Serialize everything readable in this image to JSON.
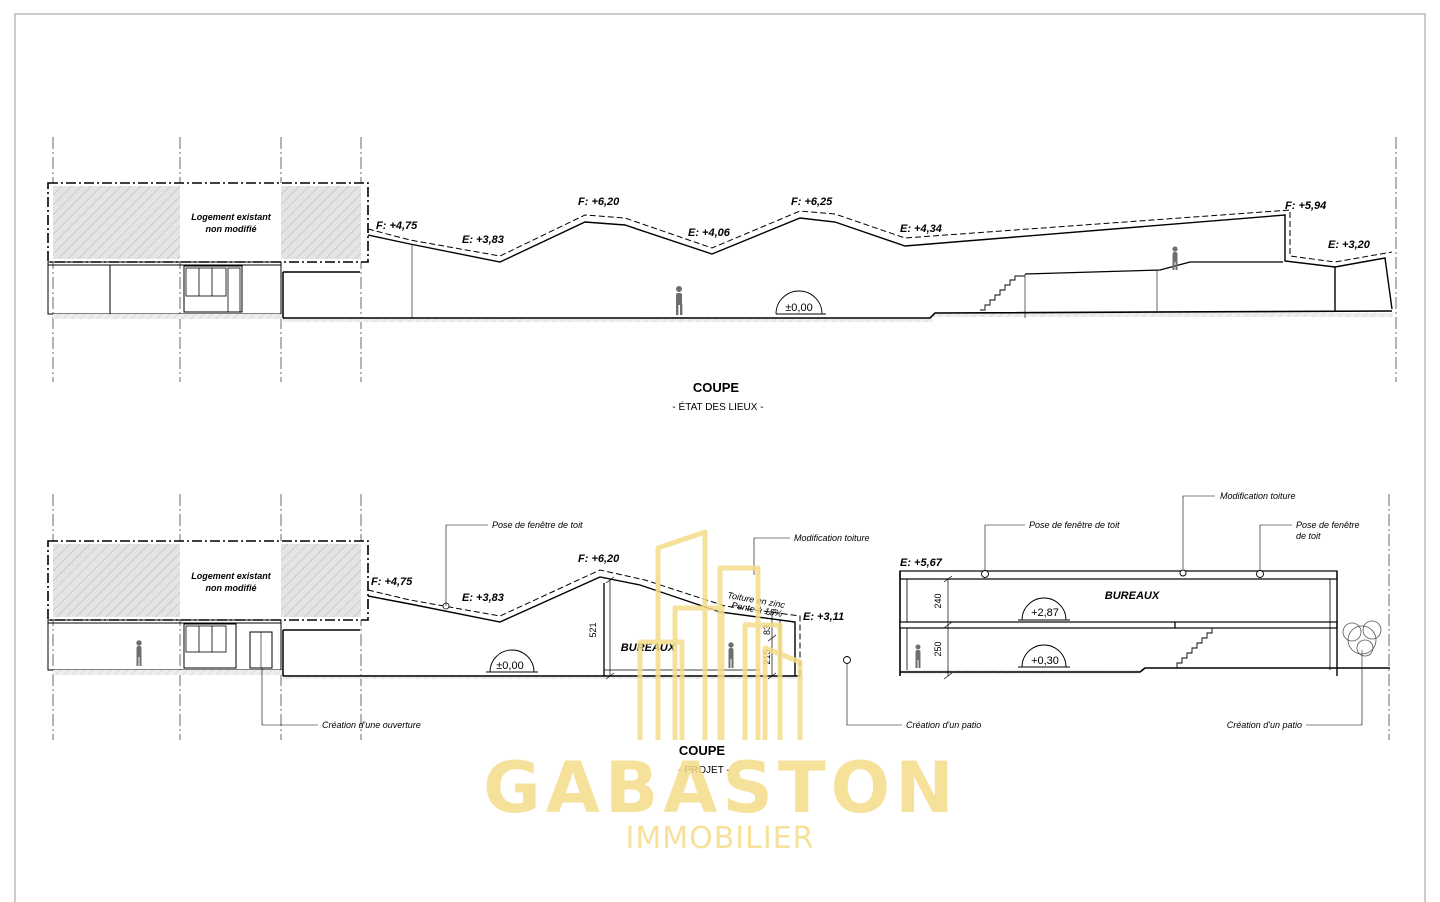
{
  "top_section": {
    "building_label_line1": "Logement existant",
    "building_label_line2": "non modifié",
    "elevations": {
      "f_left": "F: +4,75",
      "e_1": "E: +3,83",
      "f_peak1": "F: +6,20",
      "e_2": "E: +4,06",
      "f_peak2": "F: +6,25",
      "e_3": "E: +4,34",
      "f_right": "F: +5,94",
      "e_right": "E: +3,20"
    },
    "floor_level": "±0,00",
    "title": "COUPE",
    "subtitle": "- ÉTAT DES LIEUX -"
  },
  "bottom_section": {
    "building_label_line1": "Logement existant",
    "building_label_line2": "non modifié",
    "elevations": {
      "f_left": "F: +4,75",
      "e_1": "E: +3,83",
      "f_peak": "F: +6,20",
      "e_311": "E: +3,11",
      "e_567": "E: +5,67"
    },
    "floor_level": "±0,00",
    "level_287": "+2,87",
    "level_030": "+0,30",
    "annotations": {
      "skylight_1": "Pose de fenêtre de toit",
      "roof_mod_1": "Modification toiture",
      "skylight_2": "Pose de fenêtre de toit",
      "roof_mod_2": "Modification toiture",
      "skylight_3_line1": "Pose de fenêtre",
      "skylight_3_line2": "de toit",
      "roof_note_line1": "Toiture en zinc",
      "roof_note_line2": "Pente à 15%",
      "opening": "Création d'une ouverture",
      "patio_1": "Création d'un patio",
      "patio_2": "Création d'un patio"
    },
    "room_bureaux_1": "BUREAUX",
    "room_bureaux_2": "BUREAUX",
    "dims": {
      "d521": "521",
      "d83": "83",
      "d215": "215",
      "d240": "240",
      "d250": "250"
    },
    "title": "COUPE",
    "subtitle": "- PROJET -"
  },
  "watermark": {
    "brand": "GABASTON",
    "tagline": "IMMOBILIER",
    "color": "#f5dc8a"
  }
}
